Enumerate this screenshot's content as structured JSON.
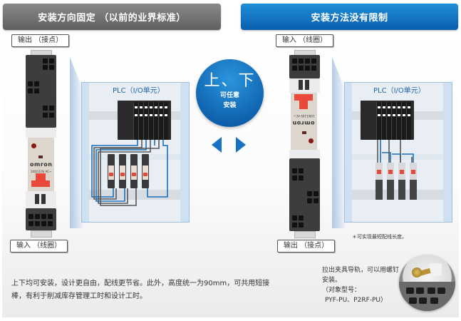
{
  "banners": {
    "left": "安装方向固定 （以前的业界标准）",
    "right": "安装方法没有限制"
  },
  "left_panel": {
    "top_tag": "输出 （接点）",
    "bottom_tag": "输入 （线圈）",
    "relay_brand": "omron",
    "relay_rating": "100/110V AC~",
    "cabinet_title": "PLC（I/O单元）"
  },
  "center": {
    "circle_big": "上、下",
    "circle_line1": "可任意",
    "circle_line2": "安装",
    "arrow_left": "◀",
    "arrow_right": "▶"
  },
  "right_panel": {
    "top_tag": "输入 （线圈）",
    "bottom_tag": "输出 （接点）",
    "relay_brand": "omron",
    "relay_rating": "100/110V AC~",
    "cabinet_title": "PLC（I/O单元）",
    "note": "＊可实现最短配线长度。"
  },
  "description": "上下均可安装，设计更自由，配线更节省。此外，高度统一为90mm，可共用短接棒，有利于削减库存管理工时和设计工时。",
  "screw_info": {
    "line1": "拉出夹具导轨，可以用螺钉安装。",
    "line2": "（对象型号：",
    "line3": "PYF-PU、P2RF-PU）"
  },
  "colors": {
    "gray_banner": "#6e6e6e",
    "blue_banner": "#1576c6",
    "cabinet_blue": "#cfe0f1",
    "lever_red": "#e9483a",
    "wire_blue": "#1a6fb8"
  }
}
